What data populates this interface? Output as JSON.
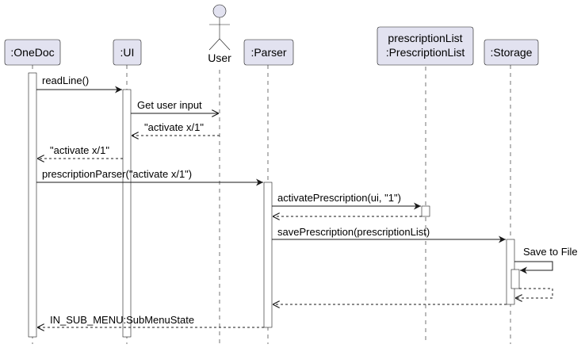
{
  "participants": [
    {
      "id": "onedoc",
      "label": ":OneDoc",
      "kind": "box"
    },
    {
      "id": "ui",
      "label": ":UI",
      "kind": "box"
    },
    {
      "id": "user",
      "label": "User",
      "kind": "actor"
    },
    {
      "id": "parser",
      "label": ":Parser",
      "kind": "box"
    },
    {
      "id": "plist",
      "label": "prescriptionList",
      "label2": ":PrescriptionList",
      "kind": "box"
    },
    {
      "id": "storage",
      "label": ":Storage",
      "kind": "box"
    }
  ],
  "messages": [
    {
      "id": "m1",
      "text": "readLine()",
      "style": "sync"
    },
    {
      "id": "m2",
      "text": "Get user input",
      "style": "sync"
    },
    {
      "id": "m3",
      "text": "\"activate x/1\"",
      "style": "return"
    },
    {
      "id": "m4",
      "text": "\"activate x/1\"",
      "style": "return"
    },
    {
      "id": "m5",
      "text": "prescriptionParser(\"activate x/1\")",
      "style": "sync"
    },
    {
      "id": "m6",
      "text": "activatePrescription(ui, \"1\")",
      "style": "sync"
    },
    {
      "id": "m7",
      "text": "",
      "style": "return"
    },
    {
      "id": "m8",
      "text": "savePrescription(prescriptionList)",
      "style": "sync"
    },
    {
      "id": "m9",
      "text": "Save to File",
      "style": "self"
    },
    {
      "id": "m10",
      "text": "",
      "style": "self-return"
    },
    {
      "id": "m11",
      "text": "",
      "style": "return"
    },
    {
      "id": "m12",
      "text": "IN_SUB_MENU:SubMenuState",
      "style": "return"
    }
  ],
  "colors": {
    "box_fill": "#E2E2F0",
    "box_stroke": "#181818",
    "lifeline": "#181818",
    "activation_fill": "#FFFFFF",
    "actor_fill": "#E2E2F0"
  }
}
